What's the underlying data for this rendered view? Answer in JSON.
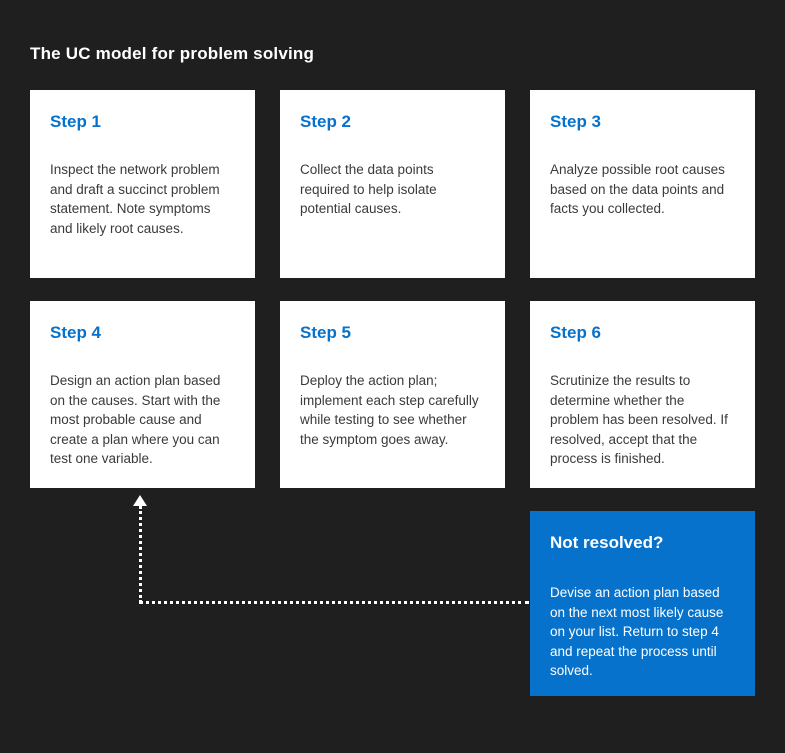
{
  "title": "The UC model for problem solving",
  "steps": [
    {
      "title": "Step 1",
      "body": "Inspect the network problem and draft a succinct problem statement. Note symptoms and likely root causes."
    },
    {
      "title": "Step 2",
      "body": "Collect the data points required to help isolate potential causes."
    },
    {
      "title": "Step 3",
      "body": "Analyze possible root causes based on the data points and facts you collected."
    },
    {
      "title": "Step 4",
      "body": "Design an action plan based on the causes. Start with the most probable cause and create a plan where you can test one variable."
    },
    {
      "title": "Step 5",
      "body": "Deploy the action plan; implement each step carefully while testing to see whether the symptom goes away."
    },
    {
      "title": "Step 6",
      "body": "Scrutinize the results to determine whether the problem has been resolved. If resolved, accept that the process is finished."
    }
  ],
  "not_resolved": {
    "title": "Not resolved?",
    "body": "Devise an action plan based on the next most likely cause on your list. Return to step 4 and repeat the process until solved."
  },
  "colors": {
    "background": "#1f1f1f",
    "card_bg": "#ffffff",
    "accent_blue": "#0672cb",
    "text_dark": "#3a3a3a",
    "text_light": "#ffffff"
  }
}
